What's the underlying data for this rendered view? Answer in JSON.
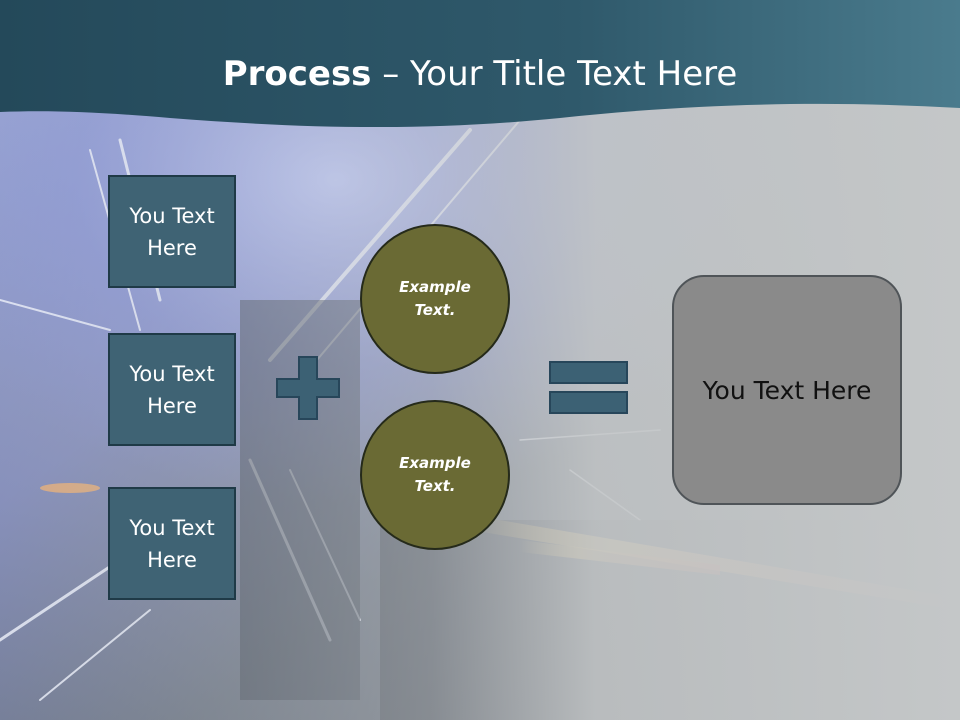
{
  "slide": {
    "title_bold": "Process",
    "title_rest": " – Your Title Text Here"
  },
  "inputs": [
    {
      "label": "You Text Here"
    },
    {
      "label": "You Text Here"
    },
    {
      "label": "You Text Here"
    }
  ],
  "circles": [
    {
      "label": "Example Text."
    },
    {
      "label": "Example Text."
    }
  ],
  "result": {
    "label": "You Text Here"
  },
  "colors": {
    "header": "#2f5567",
    "box_fill": "#3f6374",
    "circle_fill": "#6a6a34",
    "operator": "#3c6174",
    "result_fill": "#8a8a8a"
  },
  "icons": {
    "plus": "plus-icon",
    "equals": "equals-icon"
  }
}
